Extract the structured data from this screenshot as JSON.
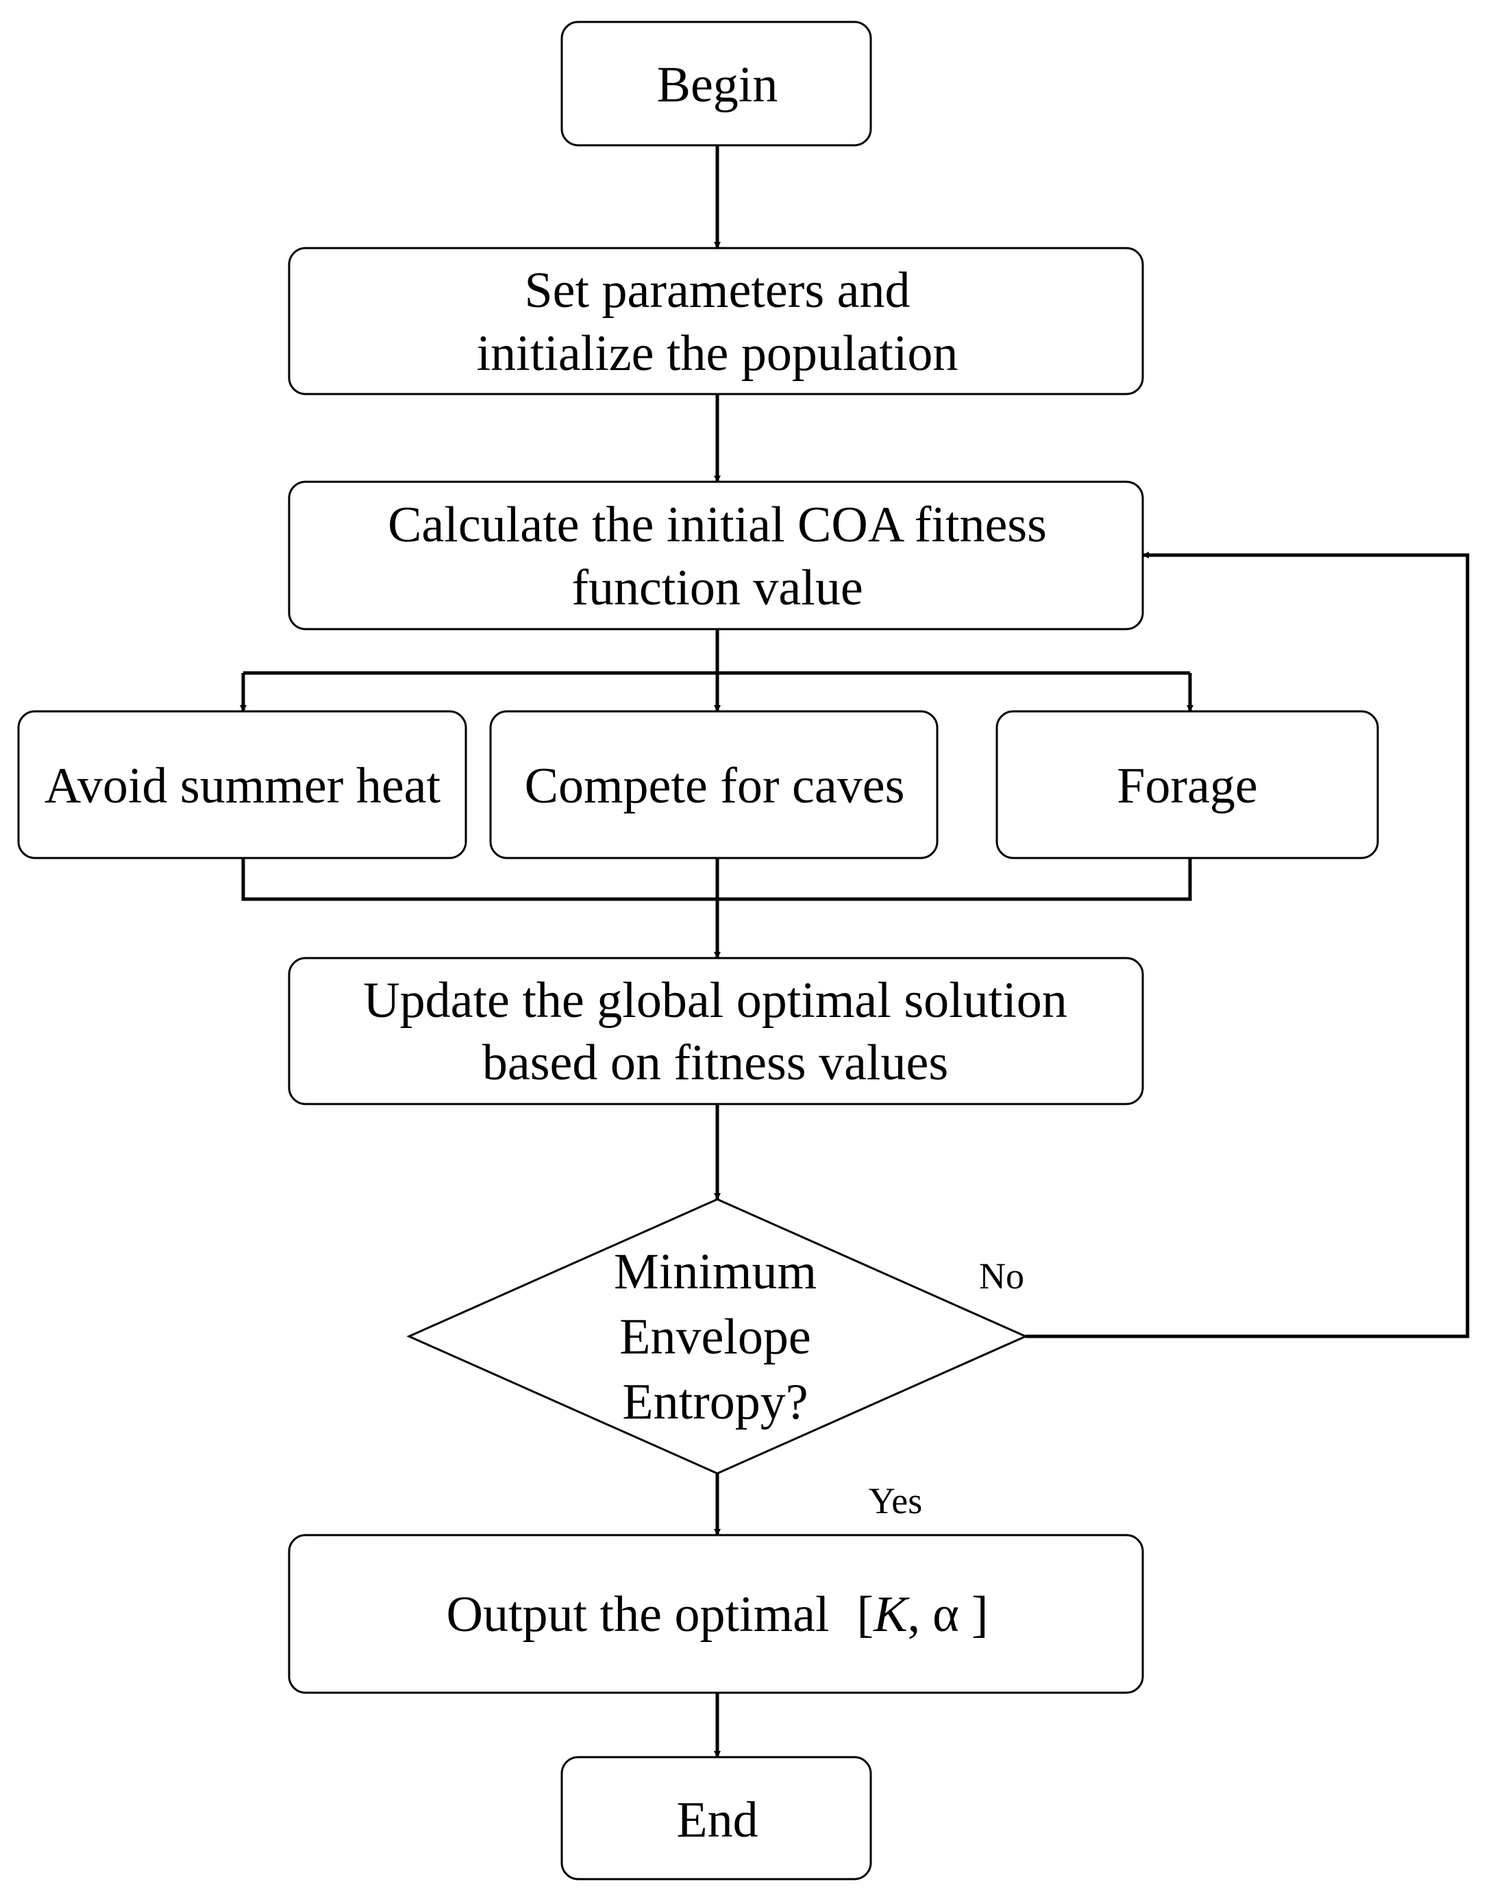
{
  "nodes": {
    "begin": "Begin",
    "set_params": [
      "Set parameters and",
      "initialize the population"
    ],
    "calc_fitness": [
      "Calculate the initial COA fitness",
      "function value"
    ],
    "avoid_heat": "Avoid summer heat",
    "compete_caves": "Compete for caves",
    "forage": "Forage",
    "update_global": [
      "Update the global optimal solution",
      "based on fitness values"
    ],
    "decision": [
      "Minimum",
      "Envelope",
      "Entropy?"
    ],
    "output": {
      "prefix": "Output the optimal",
      "open_bracket": "[",
      "k": "K",
      "comma": ",",
      "alpha": "α",
      "close_bracket": "]"
    },
    "end": "End"
  },
  "edge_labels": {
    "no": "No",
    "yes": "Yes"
  }
}
